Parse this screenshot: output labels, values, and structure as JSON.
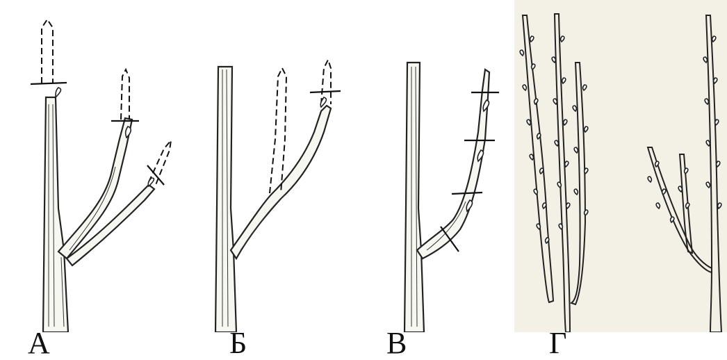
{
  "figure": {
    "panels": [
      {
        "id": "a",
        "label": "А"
      },
      {
        "id": "b",
        "label": "Б"
      },
      {
        "id": "v",
        "label": "В"
      },
      {
        "id": "g",
        "label": "Г"
      }
    ]
  }
}
